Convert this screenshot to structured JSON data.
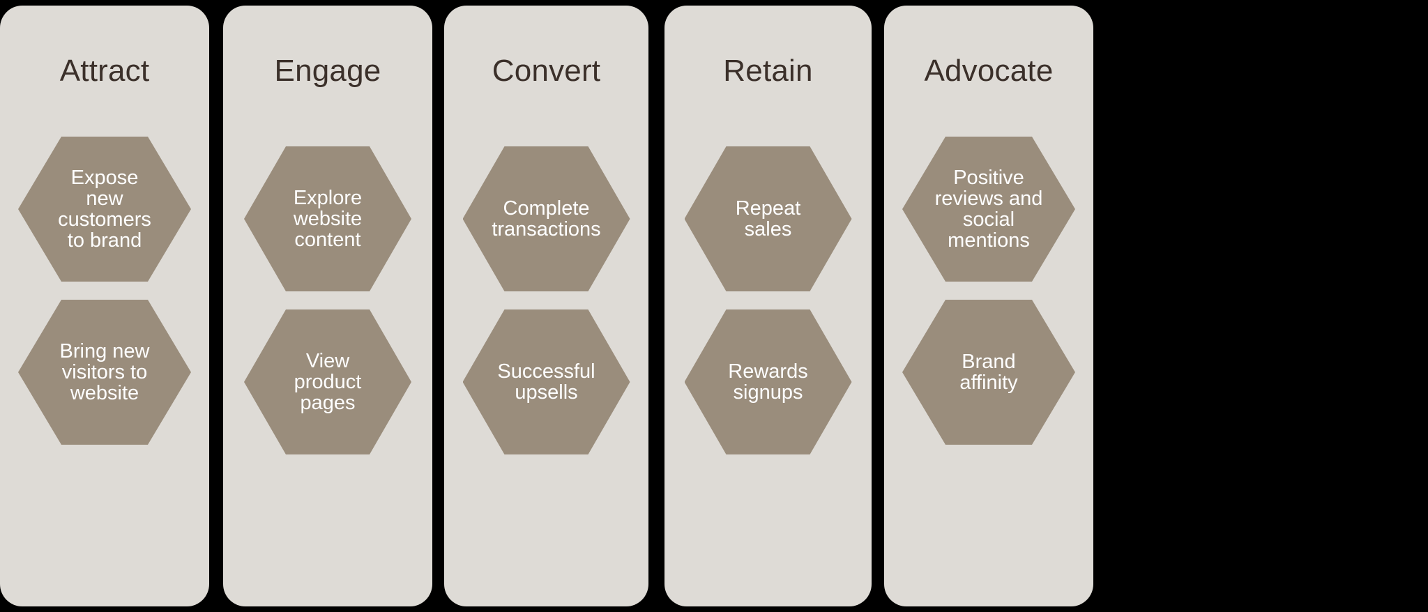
{
  "page": {
    "background_color": "#000000",
    "lane_color": "#dedbd6",
    "hex_color": "#9a8d7c",
    "title_color": "#3b302a",
    "hex_text_color": "#ffffff"
  },
  "lanes": [
    {
      "title": "Attract",
      "hexes": [
        {
          "label": "Expose\nnew\ncustomers\nto brand"
        },
        {
          "label": "Bring new\nvisitors to\nwebsite"
        }
      ]
    },
    {
      "title": "Engage",
      "hexes": [
        {
          "label": "Explore\nwebsite\ncontent"
        },
        {
          "label": "View\nproduct\npages"
        }
      ]
    },
    {
      "title": "Convert",
      "hexes": [
        {
          "label": "Complete\ntransactions"
        },
        {
          "label": "Successful\nupsells"
        }
      ]
    },
    {
      "title": "Retain",
      "hexes": [
        {
          "label": "Repeat\nsales"
        },
        {
          "label": "Rewards\nsignups"
        }
      ]
    },
    {
      "title": "Advocate",
      "hexes": [
        {
          "label": "Positive\nreviews and\nsocial\nmentions"
        },
        {
          "label": "Brand\naffinity"
        }
      ]
    }
  ]
}
